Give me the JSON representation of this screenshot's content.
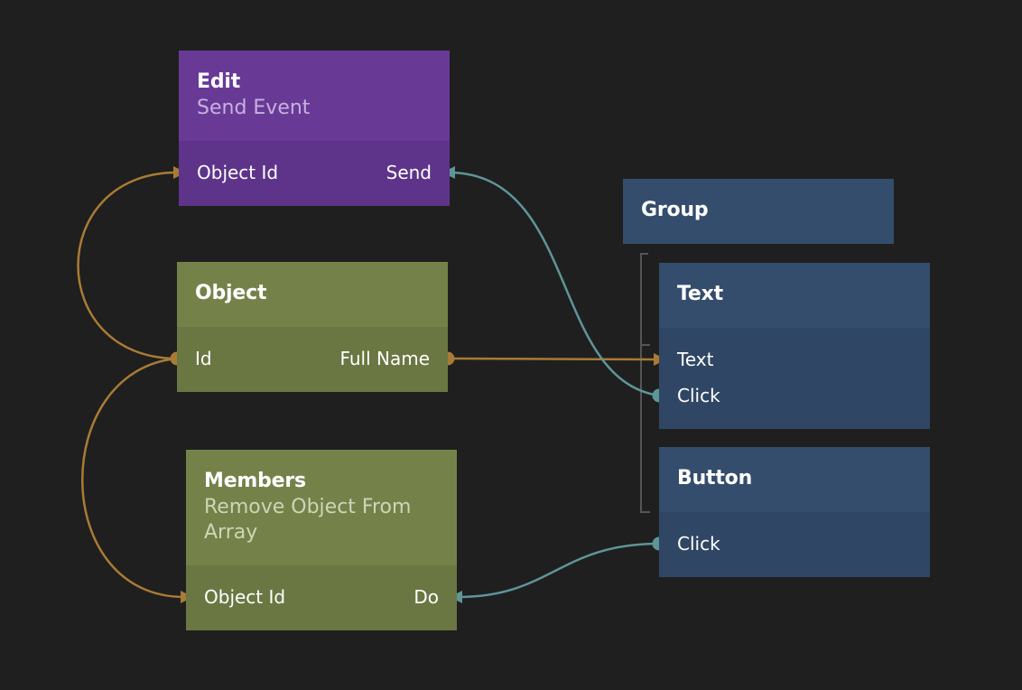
{
  "nodes": {
    "edit": {
      "title": "Edit",
      "subtitle": "Send Event",
      "inputs": [
        "Object Id"
      ],
      "outputs": [
        "Send"
      ]
    },
    "object": {
      "title": "Object",
      "inputs": [
        "Id"
      ],
      "outputs": [
        "Full Name"
      ]
    },
    "members": {
      "title": "Members",
      "subtitle_line1": "Remove Object From",
      "subtitle_line2": "Array",
      "inputs": [
        "Object Id"
      ],
      "outputs": [
        "Do"
      ]
    },
    "group": {
      "title": "Group"
    },
    "text": {
      "title": "Text",
      "inputs": [
        "Text"
      ],
      "outputs": [
        "Click"
      ]
    },
    "button": {
      "title": "Button",
      "outputs": [
        "Click"
      ]
    }
  },
  "connections": [
    {
      "from": "Object.Id",
      "to": "Edit.Object Id",
      "kind": "data"
    },
    {
      "from": "Object.Id",
      "to": "Members.Object Id",
      "kind": "data"
    },
    {
      "from": "Object.Full Name",
      "to": "Text.Text",
      "kind": "data"
    },
    {
      "from": "Text.Click",
      "to": "Edit.Send",
      "kind": "signal"
    },
    {
      "from": "Button.Click",
      "to": "Members.Do",
      "kind": "signal"
    }
  ],
  "colors": {
    "background": "#1f1f1f",
    "data_wire": "#a97b35",
    "signal_wire": "#5e9598",
    "edit_node": "#683a96",
    "data_node": "#74824a",
    "visual_node": "#344d6c"
  }
}
